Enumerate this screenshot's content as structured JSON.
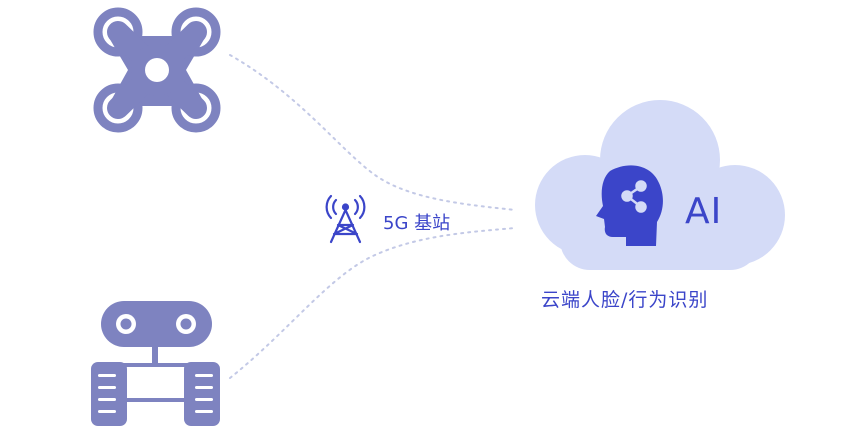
{
  "tower": {
    "label": "5G 基站",
    "icon": "cell-tower-icon"
  },
  "cloud": {
    "ai_text": "AI",
    "caption": "云端人脸/行为识别",
    "icon": "ai-head-icon"
  },
  "devices": [
    {
      "icon": "drone-icon"
    },
    {
      "icon": "robot-vehicle-icon"
    }
  ],
  "colors": {
    "accent": "#3b45c9",
    "cloud_fill": "#d4dbf7",
    "device_fill": "#7e83c0",
    "link_dots": "#c3c9e6"
  }
}
